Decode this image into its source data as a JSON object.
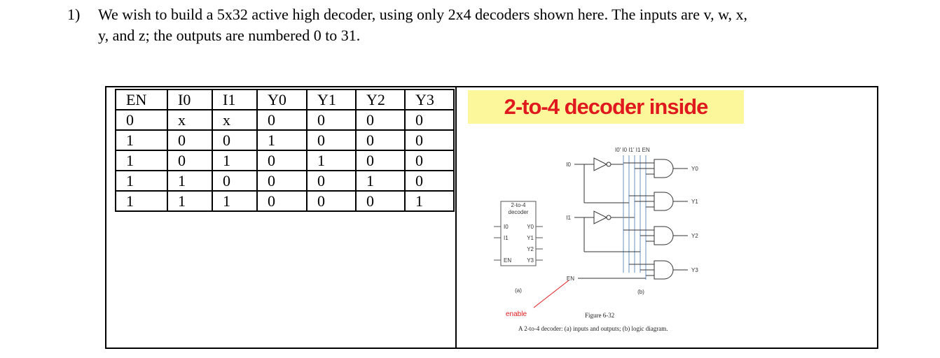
{
  "question": {
    "number": "1)",
    "text_line1": "We wish to build a 5x32 active high decoder, using only 2x4 decoders shown here. The inputs are v, w, x,",
    "text_line2": "y, and z; the outputs are numbered 0 to 31."
  },
  "truth_table": {
    "headers": [
      "EN",
      "I0",
      "I1",
      "Y0",
      "Y1",
      "Y2",
      "Y3"
    ],
    "rows": [
      [
        "0",
        "x",
        "x",
        "0",
        "0",
        "0",
        "0"
      ],
      [
        "1",
        "0",
        "0",
        "1",
        "0",
        "0",
        "0"
      ],
      [
        "1",
        "0",
        "1",
        "0",
        "1",
        "0",
        "0"
      ],
      [
        "1",
        "1",
        "0",
        "0",
        "0",
        "1",
        "0"
      ],
      [
        "1",
        "1",
        "1",
        "0",
        "0",
        "0",
        "1"
      ]
    ]
  },
  "figure": {
    "banner_title": "2-to-4 decoder inside",
    "block": {
      "title_line1": "2-to-4",
      "title_line2": "decoder",
      "in_i0": "I0",
      "in_i1": "I1",
      "in_en": "EN",
      "out_y0": "Y0",
      "out_y1": "Y1",
      "out_y2": "Y2",
      "out_y3": "Y3"
    },
    "bus_labels": "I0'  I0  I1'  I1  EN",
    "input_i0": "I0",
    "input_i1": "I1",
    "input_en": "EN",
    "outputs": [
      "Y0",
      "Y1",
      "Y2",
      "Y3"
    ],
    "label_a": "(a)",
    "label_b": "(b)",
    "enable_note": "enable",
    "fig_number": "Figure 6-32",
    "caption": "A 2-to-4 decoder: (a) inputs and outputs; (b) logic diagram.",
    "accent_color": "#e0191e",
    "banner_color": "#fdf79c"
  }
}
